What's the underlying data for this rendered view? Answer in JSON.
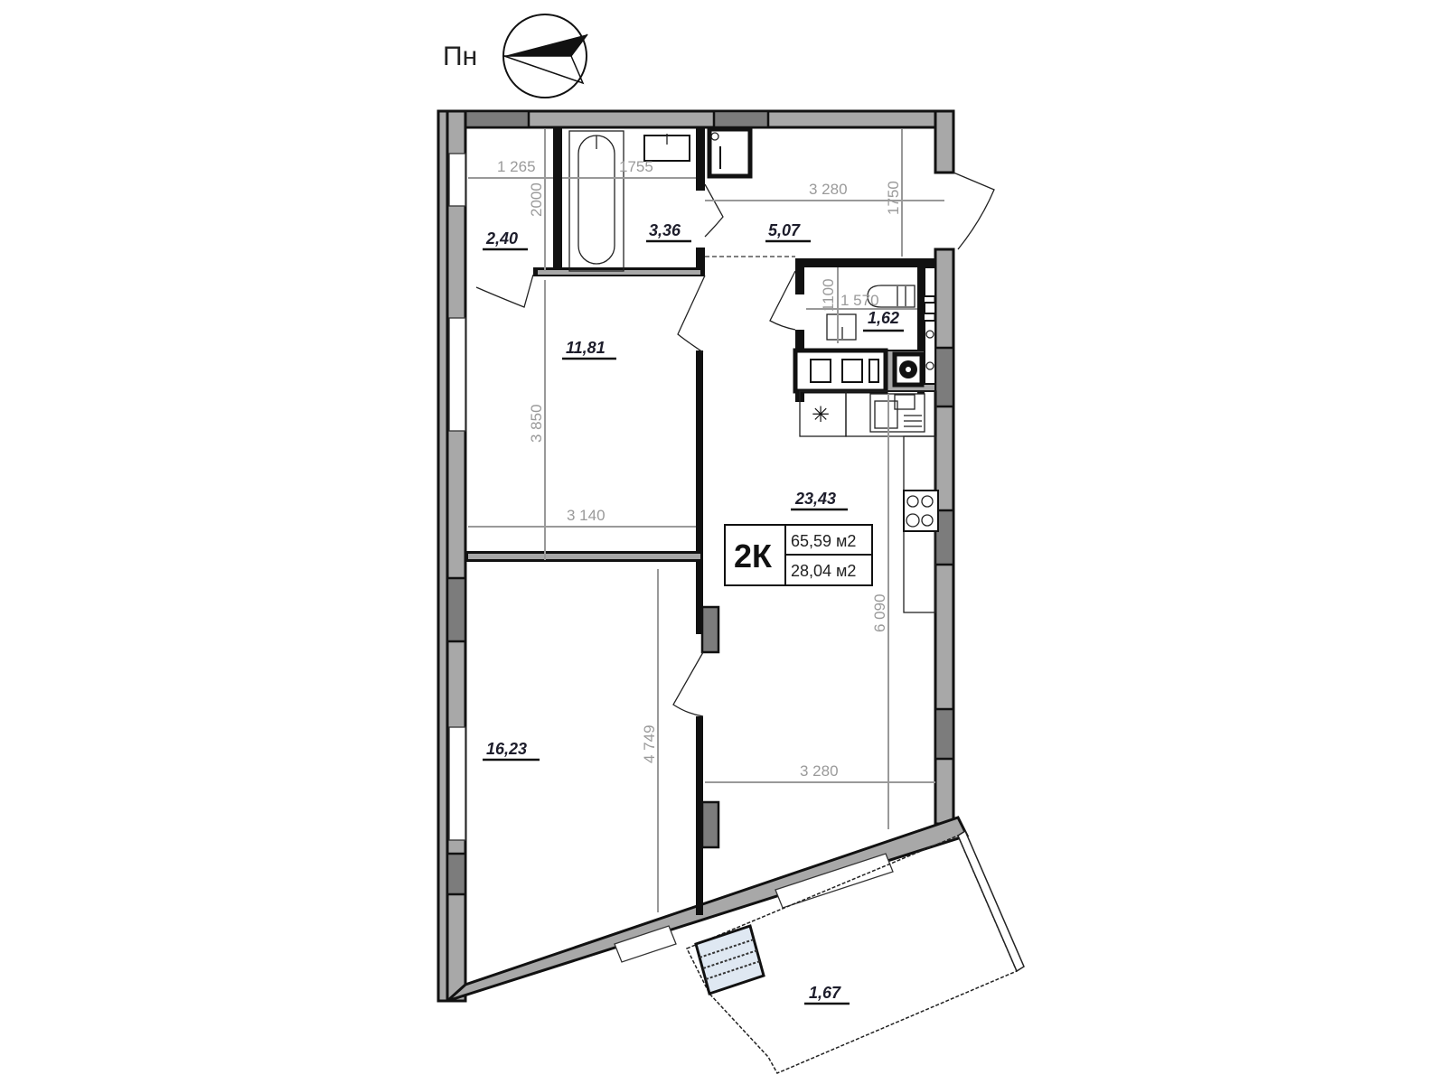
{
  "compass": {
    "label": "Пн",
    "icon": "north-arrow-icon"
  },
  "apartment": {
    "type_label": "2К",
    "total_area": "65,59 м2",
    "living_area": "28,04 м2"
  },
  "rooms": [
    {
      "id": "storage",
      "area": "2,40"
    },
    {
      "id": "bathroom",
      "area": "3,36"
    },
    {
      "id": "hallway",
      "area": "5,07"
    },
    {
      "id": "wc",
      "area": "1,62"
    },
    {
      "id": "bedroom-1",
      "area": "11,81"
    },
    {
      "id": "kitchen-living",
      "area": "23,43"
    },
    {
      "id": "bedroom-2",
      "area": "16,23"
    },
    {
      "id": "balcony",
      "area": "1,67"
    }
  ],
  "dimensions": {
    "storage_width": "1 265",
    "storage_depth": "2000",
    "bathroom_width": "1755",
    "hallway_width": "3 280",
    "hallway_depth": "1750",
    "wc_width": "1 570",
    "wc_depth": "1100",
    "bedroom1_depth": "3 850",
    "bedroom1_width": "3 140",
    "bedroom2_depth": "4 749",
    "living_depth": "6 090",
    "living_width": "3 280"
  },
  "colors": {
    "wall_fill": "#a8a8a8",
    "wall_dark": "#7c7c7c",
    "outline": "#111111",
    "dimension": "#999999",
    "area_text": "#1d1d2b"
  }
}
